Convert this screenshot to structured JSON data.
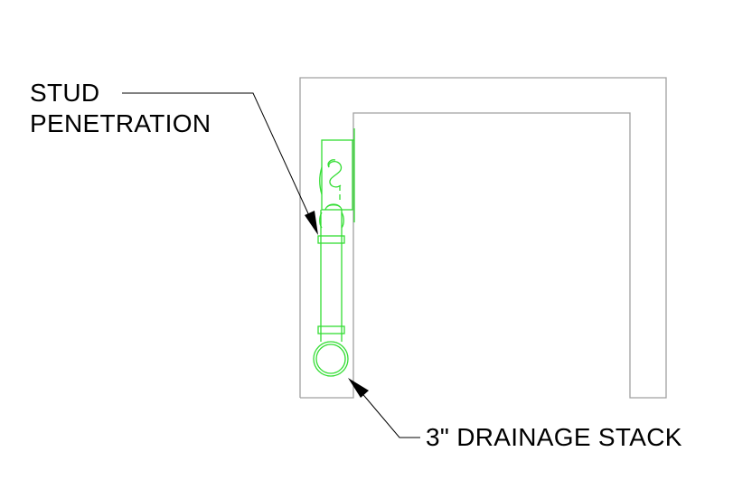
{
  "drawing": {
    "type": "plan-detail",
    "colors": {
      "background": "#ffffff",
      "wall": "#a0a0a0",
      "pipe": "#33dd33",
      "leader": "#000000",
      "text": "#000000"
    }
  },
  "callouts": [
    {
      "id": "stud-penetration",
      "lines": [
        "STUD",
        "PENETRATION"
      ]
    },
    {
      "id": "drainage-stack",
      "lines": [
        "3\" DRAINAGE STACK"
      ]
    }
  ]
}
